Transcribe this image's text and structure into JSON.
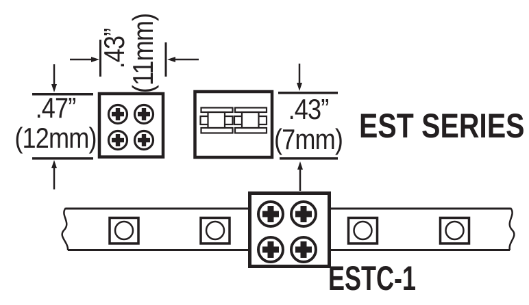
{
  "diagram": {
    "series_title": "EST SERIES",
    "model_label": "ESTC-1",
    "dimensions": {
      "top_width": {
        "inches": ".43”",
        "metric": "(11mm)"
      },
      "left_height": {
        "inches": ".47”",
        "metric": "(12mm)"
      },
      "right_thickness": {
        "inches": ".43”",
        "metric": "(7mm)"
      }
    },
    "colors": {
      "ink": "#231f20",
      "background": "#ffffff"
    }
  }
}
